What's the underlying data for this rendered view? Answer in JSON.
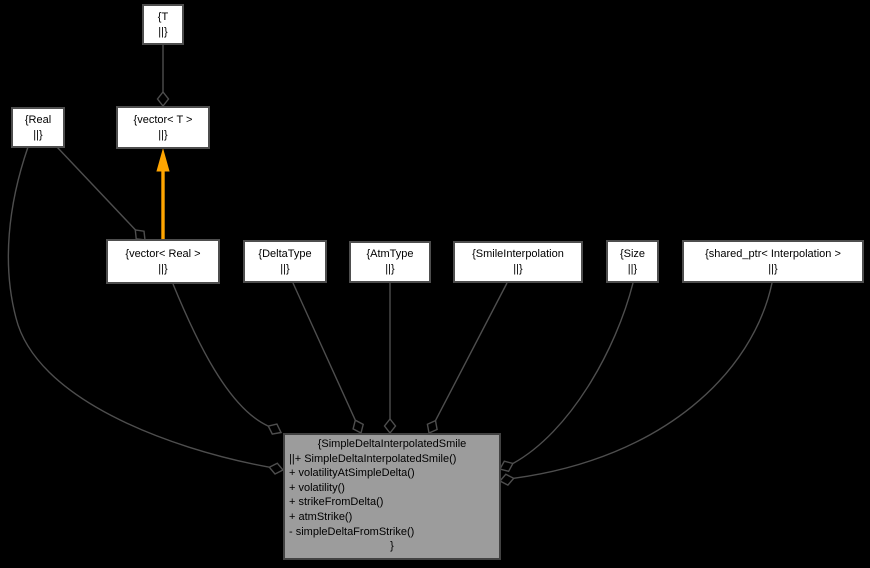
{
  "diagram": {
    "type": "uml-collaboration-graph",
    "colors": {
      "background": "#000000",
      "node_fill": "#ffffff",
      "node_border": "#4e4e4e",
      "edge": "#4e4e4e",
      "central_node_fill": "#9c9c9c",
      "template_arrow": "#ffa500",
      "text": "#000000"
    },
    "nodes": {
      "t": {
        "name": "{T",
        "members": "||}"
      },
      "real": {
        "name": "{Real",
        "members": "||}"
      },
      "vector_t": {
        "name": "{vector< T >",
        "members": "||}"
      },
      "vector_real": {
        "name": "{vector< Real >",
        "members": "||}"
      },
      "delta_type": {
        "name": "{DeltaType",
        "members": "||}"
      },
      "atm_type": {
        "name": "{AtmType",
        "members": "||}"
      },
      "smile_interpolation": {
        "name": "{SmileInterpolation",
        "members": "||}"
      },
      "size": {
        "name": "{Size",
        "members": "||}"
      },
      "shared_ptr_interpolation": {
        "name": "{shared_ptr< Interpolation >",
        "members": "||}"
      }
    },
    "central_node": {
      "lines": [
        "{SimpleDeltaInterpolatedSmile",
        "||+ SimpleDeltaInterpolatedSmile()",
        "+ volatilityAtSimpleDelta()",
        "+ volatility()",
        "+ strikeFromDelta()",
        "+ atmStrike()",
        "- simpleDeltaFromStrike()",
        "}"
      ]
    },
    "relations": {
      "aggregation_count": 9,
      "template_instantiation": "vector< Real > → vector< T >"
    }
  }
}
